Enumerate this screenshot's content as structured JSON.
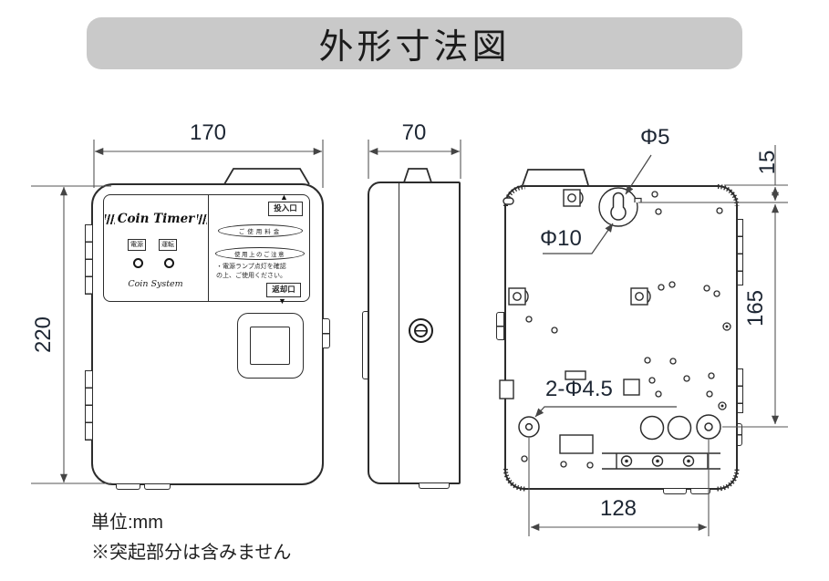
{
  "title": "外形寸法図",
  "front_view": {
    "width_dim": "170",
    "height_dim": "220",
    "brand": "Coin Timer",
    "power_lamp_label": "電源",
    "run_lamp_label": "運転",
    "brand_footer": "Coin System",
    "coin_slot_label": "投入口",
    "fee_label": "ご使用料金",
    "caution_title": "使用上のご注意",
    "caution_line1": "・電源ランプ点灯を確認",
    "caution_line2": "の上、ご使用ください。",
    "return_slot_label": "返却口"
  },
  "side_view": {
    "depth_dim": "70"
  },
  "rear_view": {
    "keyhole_slot_dim": "Φ5",
    "keyhole_hole_dim": "Φ10",
    "top_offset_dim": "15",
    "vertical_pitch_dim": "165",
    "mount_hole_dim": "2-Φ4.5",
    "horizontal_pitch_dim": "128"
  },
  "footer": {
    "unit_note": "単位:mm",
    "projection_note": "※突起部分は含みません"
  }
}
